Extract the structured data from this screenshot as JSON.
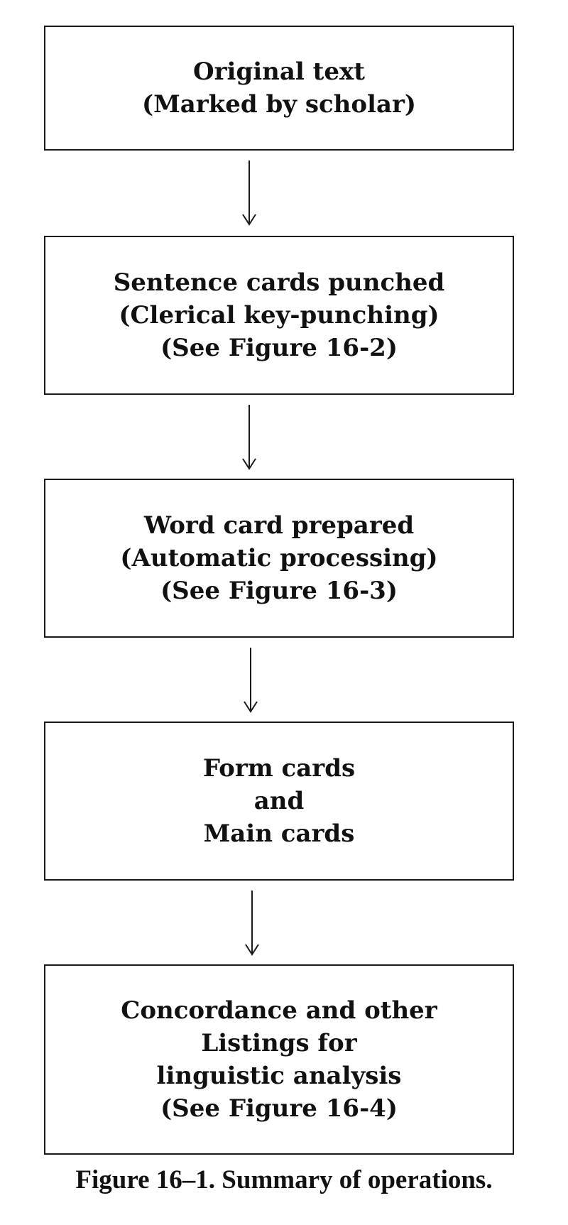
{
  "boxes": [
    {
      "lines": [
        "Original text",
        "(Marked by scholar)"
      ]
    },
    {
      "lines": [
        "Sentence cards punched",
        "(Clerical key-punching)",
        "(See Figure 16-2)"
      ]
    },
    {
      "lines": [
        "Word card prepared",
        "(Automatic processing)",
        "(See Figure 16-3)"
      ]
    },
    {
      "lines": [
        "Form cards",
        "and",
        "Main cards"
      ]
    },
    {
      "lines": [
        "Concordance and other",
        "Listings for",
        "linguistic analysis",
        "(See Figure 16-4)"
      ]
    }
  ],
  "caption": "Figure 16–1. Summary of operations."
}
